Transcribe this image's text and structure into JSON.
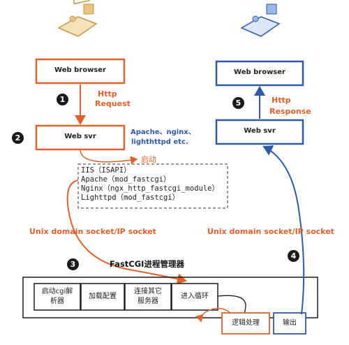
{
  "left": {
    "browser_label": "Web browser",
    "server_label": "Web svr",
    "request_line1": "Http",
    "request_line2": "Request",
    "servers_line1": "Apache、nginx、",
    "servers_line2": "lighthttpd etc."
  },
  "right": {
    "browser_label": "Web browser",
    "server_label": "Web svr",
    "response_line1": "Http",
    "response_line2": "Response"
  },
  "steps": [
    "1",
    "2",
    "3",
    "4",
    "5"
  ],
  "launch_label": "启动",
  "launchers": [
    "IIS（ISAPI）",
    "Apache（mod_fastcgi）",
    "Nginx（ngx_http_fastcgi_module）",
    "Lighttpd（mod_fastcgi）"
  ],
  "socket_left": "Unix domain socket/IP socket",
  "socket_right": "Unix domain socket/IP socket",
  "fastcgi_title": "FastCGI进程管理器",
  "process_steps": {
    "start_line1": "启动cgi解",
    "start_line2": "析器",
    "load_config": "加载配置",
    "connect_line1": "连接其它",
    "connect_line2": "服务器",
    "enter_loop": "进入循环"
  },
  "logic": "逻辑处理",
  "output": "输出",
  "colors": {
    "orange": "#e0622a",
    "blue": "#2f5aa8",
    "dark": "#1a1a1a"
  }
}
